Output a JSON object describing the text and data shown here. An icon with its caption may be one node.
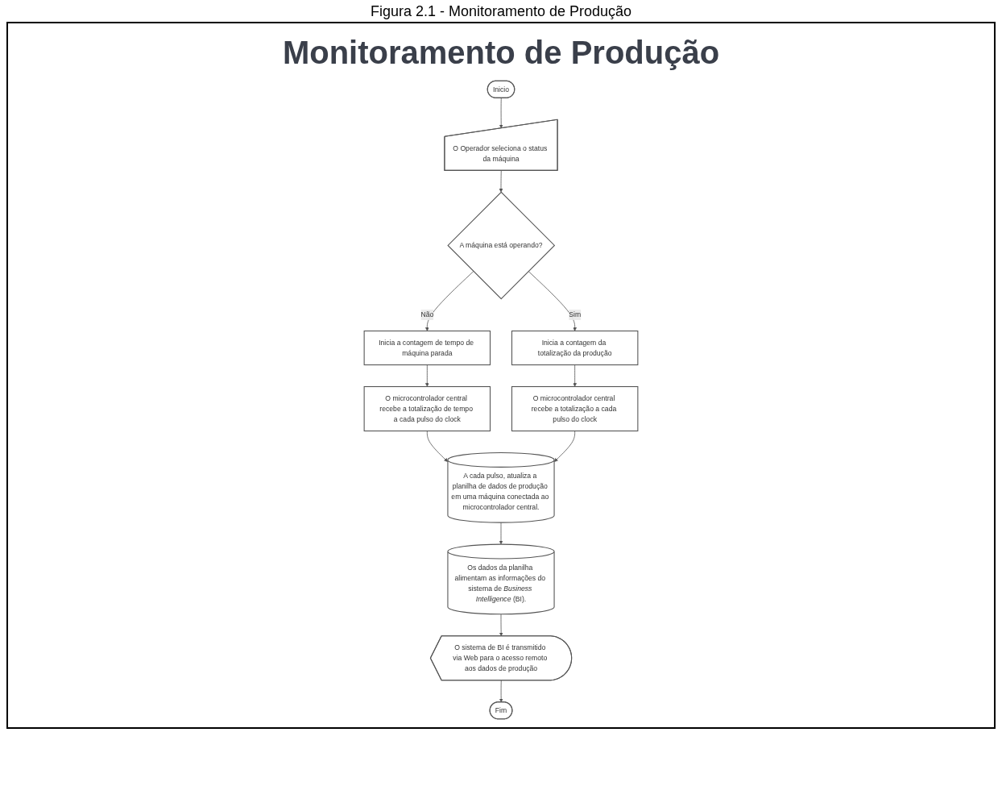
{
  "diagram": {
    "title": "Monitoramento de Produção",
    "caption": "Figura 2.1 - Monitoramento de Produção",
    "nodes": [
      {
        "text": [
          "Inicio"
        ]
      },
      {
        "text": [
          "O Operador seleciona o status da máquina"
        ]
      },
      {
        "text": [
          "A máquina está operando?"
        ]
      },
      {
        "text": [
          "Inicia a contagem de tempo de máquina parada"
        ]
      },
      {
        "text": [
          "O microcontrolador central recebe a totalização de tempo a cada pulso do clock"
        ]
      },
      {
        "text": [
          "Inicia a contagem da totalização da produção"
        ]
      },
      {
        "text": [
          "O microcontrolador central recebe a totalização a cada pulso do clock"
        ]
      },
      {
        "text": [
          "A cada pulso, atualiza a planilha de dados de produção em uma máquina conectada ao microcontrolador central."
        ]
      },
      {
        "text": [
          "Os dados da planilha alimentam as informações do sistema de *Business Intelligence* (BI)."
        ]
      },
      {
        "text": [
          "O sistema de BI é transmitido via Web para o acesso remoto aos dados de produção"
        ]
      },
      {
        "text": [
          "Fim"
        ]
      }
    ],
    "edges": [
      {
        "from": 0,
        "to": 1,
        "arrow": "to"
      },
      {
        "from": 1,
        "to": 2,
        "arrow": "to"
      },
      {
        "from": 2,
        "to": 5,
        "arrow": "to",
        "label": "Sim"
      },
      {
        "from": 2,
        "to": 3,
        "arrow": "to",
        "label": "Não"
      },
      {
        "from": 3,
        "to": 4,
        "arrow": "to"
      },
      {
        "from": 5,
        "to": 6,
        "arrow": "to"
      },
      {
        "from": 4,
        "to": 7,
        "arrow": "to"
      },
      {
        "from": 6,
        "to": 7,
        "arrow": "to"
      },
      {
        "from": 7,
        "to": 8,
        "arrow": "to"
      },
      {
        "from": 8,
        "to": 9,
        "arrow": "to"
      },
      {
        "from": 9,
        "to": 10,
        "arrow": "to"
      }
    ]
  }
}
